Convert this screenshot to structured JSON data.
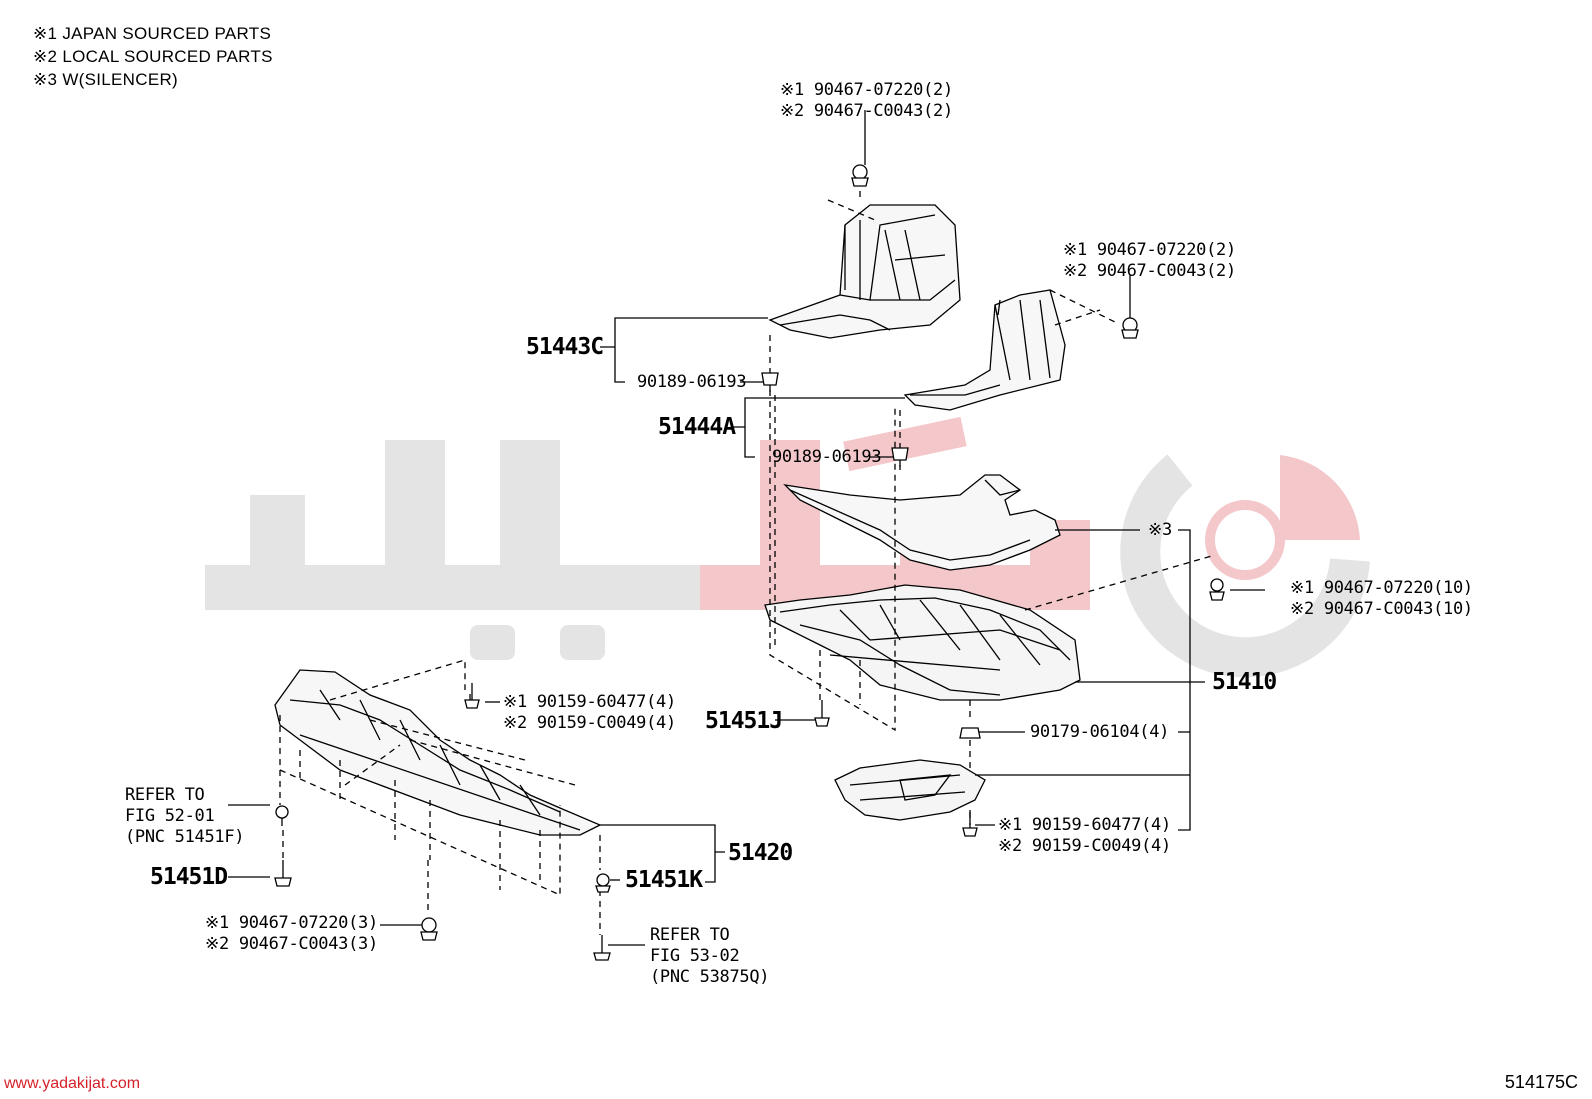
{
  "notes": [
    "※1 JAPAN SOURCED PARTS",
    "※2 LOCAL SOURCED PARTS",
    "※3 W(SILENCER)"
  ],
  "callouts": {
    "top_bolt": [
      "※1 90467-07220(2)",
      "※2 90467-C0043(2)"
    ],
    "right_bolt": [
      "※1 90467-07220(2)",
      "※2 90467-C0043(2)"
    ],
    "clip_left": "90189-06193",
    "clip_mid": "90189-06193",
    "silencer": "※3",
    "cover_bolts": [
      "※1 90467-07220(10)",
      "※2 90467-C0043(10)"
    ],
    "nut_4": "90179-06104(4)",
    "lower_screws": [
      "※1 90159-60477(4)",
      "※2 90159-C0049(4)"
    ],
    "front_screws": [
      "※1 90159-60477(4)",
      "※2 90159-C0049(4)"
    ],
    "refer_left": [
      "REFER TO",
      "FIG 52-01",
      "(PNC 51451F)"
    ],
    "bottom_bolts": [
      "※1 90467-07220(3)",
      "※2 90467-C0043(3)"
    ],
    "refer_right": [
      "REFER TO",
      "FIG 53-02",
      "(PNC 53875Q)"
    ]
  },
  "part_numbers": {
    "p51443C": "51443C",
    "p51444A": "51444A",
    "p51410": "51410",
    "p51451J": "51451J",
    "p51420": "51420",
    "p51451D": "51451D",
    "p51451K": "51451K"
  },
  "footer": {
    "url": "www.yadakijat.com",
    "figure_code": "514175C"
  },
  "watermark": {
    "color_gray": "#e3e3e3",
    "color_red": "#f3c9cb"
  }
}
